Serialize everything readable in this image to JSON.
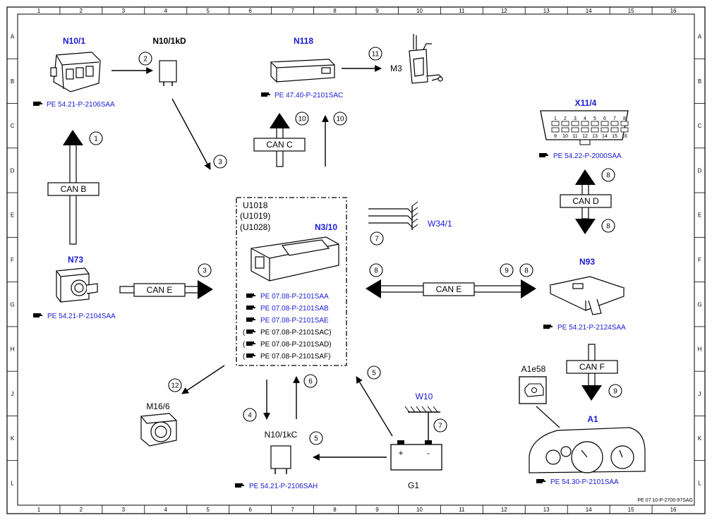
{
  "grid": {
    "columns": [
      "1",
      "2",
      "3",
      "4",
      "5",
      "6",
      "7",
      "8",
      "9",
      "10",
      "11",
      "12",
      "13",
      "14",
      "15",
      "16"
    ],
    "rows": [
      "A",
      "B",
      "C",
      "D",
      "E",
      "F",
      "G",
      "H",
      "J",
      "K",
      "L"
    ]
  },
  "footer_code": "PE 07.10-P-2700-97SAG",
  "colors": {
    "component_label": "#1a1ad6",
    "reference": "#1a1ad6",
    "line": "#000000"
  },
  "components": {
    "n10_1": {
      "label": "N10/1",
      "ref": "PE 54.21-P-2106SAA"
    },
    "n10_1kd": {
      "label": "N10/1kD"
    },
    "n118": {
      "label": "N118",
      "ref": "PE 47.40-P-2101SAC"
    },
    "m3": {
      "label": "M3"
    },
    "x11_4": {
      "label": "X11/4",
      "ref": "PE 54.22-P-2000SAA",
      "pins_top": [
        "1",
        "2",
        "3",
        "4",
        "5",
        "6",
        "7",
        "8"
      ],
      "pins_bottom": [
        "9",
        "10",
        "11",
        "12",
        "13",
        "14",
        "15",
        "16"
      ]
    },
    "n73": {
      "label": "N73",
      "ref": "PE 54.21-P-2104SAA"
    },
    "n3_10": {
      "label": "N3/10",
      "variants": [
        "U1018",
        "(U1019)",
        "(U1028)"
      ],
      "refs": [
        {
          "text": "PE 07.08-P-2101SAA",
          "paren": false
        },
        {
          "text": "PE 07.08-P-2101SAB",
          "paren": false
        },
        {
          "text": "PE 07.08-P-2101SAE",
          "paren": false
        },
        {
          "text": "PE 07.08-P-2101SAC",
          "paren": true
        },
        {
          "text": "PE 07.08-P-2101SAD",
          "paren": true
        },
        {
          "text": "PE 07.08-P-2101SAF",
          "paren": true
        }
      ]
    },
    "w34_1": {
      "label": "W34/1"
    },
    "n93": {
      "label": "N93",
      "ref": "PE 54.21-P-2124SAA"
    },
    "a1e58": {
      "label": "A1e58"
    },
    "a1": {
      "label": "A1",
      "ref": "PE 54.30-P-2101SAA"
    },
    "m16_6": {
      "label": "M16/6"
    },
    "n10_1kc": {
      "label": "N10/1kC",
      "ref": "PE 54.21-P-2106SAH"
    },
    "w10": {
      "label": "W10"
    },
    "g1": {
      "label": "G1",
      "plus": "+",
      "minus": "-"
    }
  },
  "buses": {
    "can_b": "CAN B",
    "can_c": "CAN C",
    "can_d": "CAN D",
    "can_e_left": "CAN E",
    "can_e_right": "CAN E",
    "can_f": "CAN F"
  },
  "callouts": {
    "c1": "1",
    "c2": "2",
    "c3a": "3",
    "c3b": "3",
    "c4": "4",
    "c5a": "5",
    "c5b": "5",
    "c6": "6",
    "c7a": "7",
    "c7b": "7",
    "c8a": "8",
    "c8b": "8",
    "c8c": "8",
    "c8d": "8",
    "c9a": "9",
    "c9b": "9",
    "c10a": "10",
    "c10b": "10",
    "c11": "11",
    "c12": "12"
  }
}
